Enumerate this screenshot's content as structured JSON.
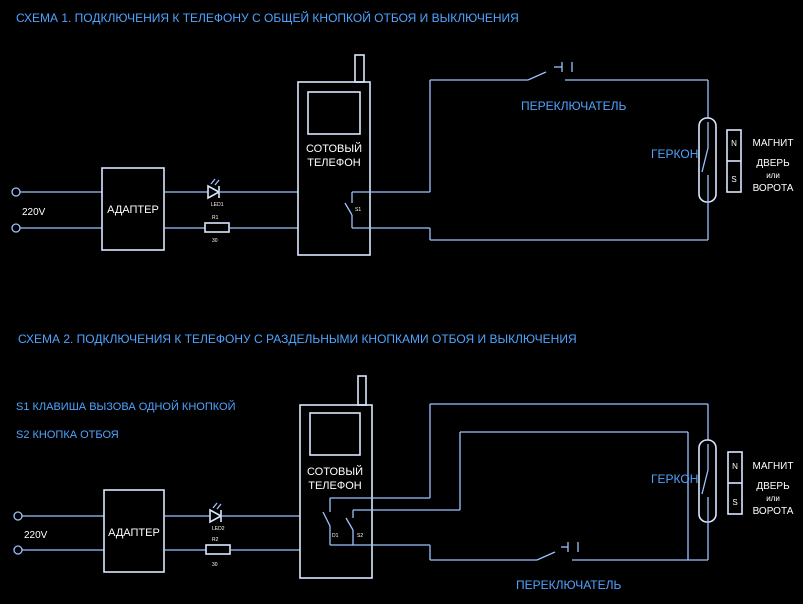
{
  "scheme1": {
    "title": "СХЕМА 1. ПОДКЛЮЧЕНИЯ К ТЕЛЕФОНУ С ОБЩЕЙ КНОПКОЙ ОТБОЯ И ВЫКЛЮЧЕНИЯ",
    "voltage": "220V",
    "adapter": "АДАПТЕР",
    "led": "LED1",
    "resistor": "R1",
    "resistor_value": "30",
    "phone_line1": "СОТОВЫЙ",
    "phone_line2": "ТЕЛЕФОН",
    "switch_label": "S1",
    "toggle": "ПЕРЕКЛЮЧАТЕЛЬ",
    "reed": "ГЕРКОН",
    "pole_n": "N",
    "pole_s": "S",
    "magnet": "МАГНИТ",
    "door": "ДВЕРЬ",
    "or": "или",
    "gate": "ВОРОТА"
  },
  "scheme2": {
    "title": "СХЕМА 2. ПОДКЛЮЧЕНИЯ К ТЕЛЕФОНУ С РАЗДЕЛЬНЫМИ КНОПКАМИ ОТБОЯ И ВЫКЛЮЧЕНИЯ",
    "note_s1": "S1 КЛАВИША ВЫЗОВА ОДНОЙ КНОПКОЙ",
    "note_s2": "S2 КНОПКА ОТБОЯ",
    "voltage": "220V",
    "adapter": "АДАПТЕР",
    "led": "LED2",
    "resistor": "R2",
    "resistor_value": "30",
    "phone_line1": "СОТОВЫЙ",
    "phone_line2": "ТЕЛЕФОН",
    "switch1_label": "D1",
    "switch2_label": "S2",
    "toggle": "ПЕРЕКЛЮЧАТЕЛЬ",
    "reed": "ГЕРКОН",
    "pole_n": "N",
    "pole_s": "S",
    "magnet": "МАГНИТ",
    "door": "ДВЕРЬ",
    "or": "или",
    "gate": "ВОРОТА"
  },
  "colors": {
    "background": "#000000",
    "wire": "#9bc3ff",
    "label": "#4ea4ff",
    "text": "#ffffff"
  }
}
